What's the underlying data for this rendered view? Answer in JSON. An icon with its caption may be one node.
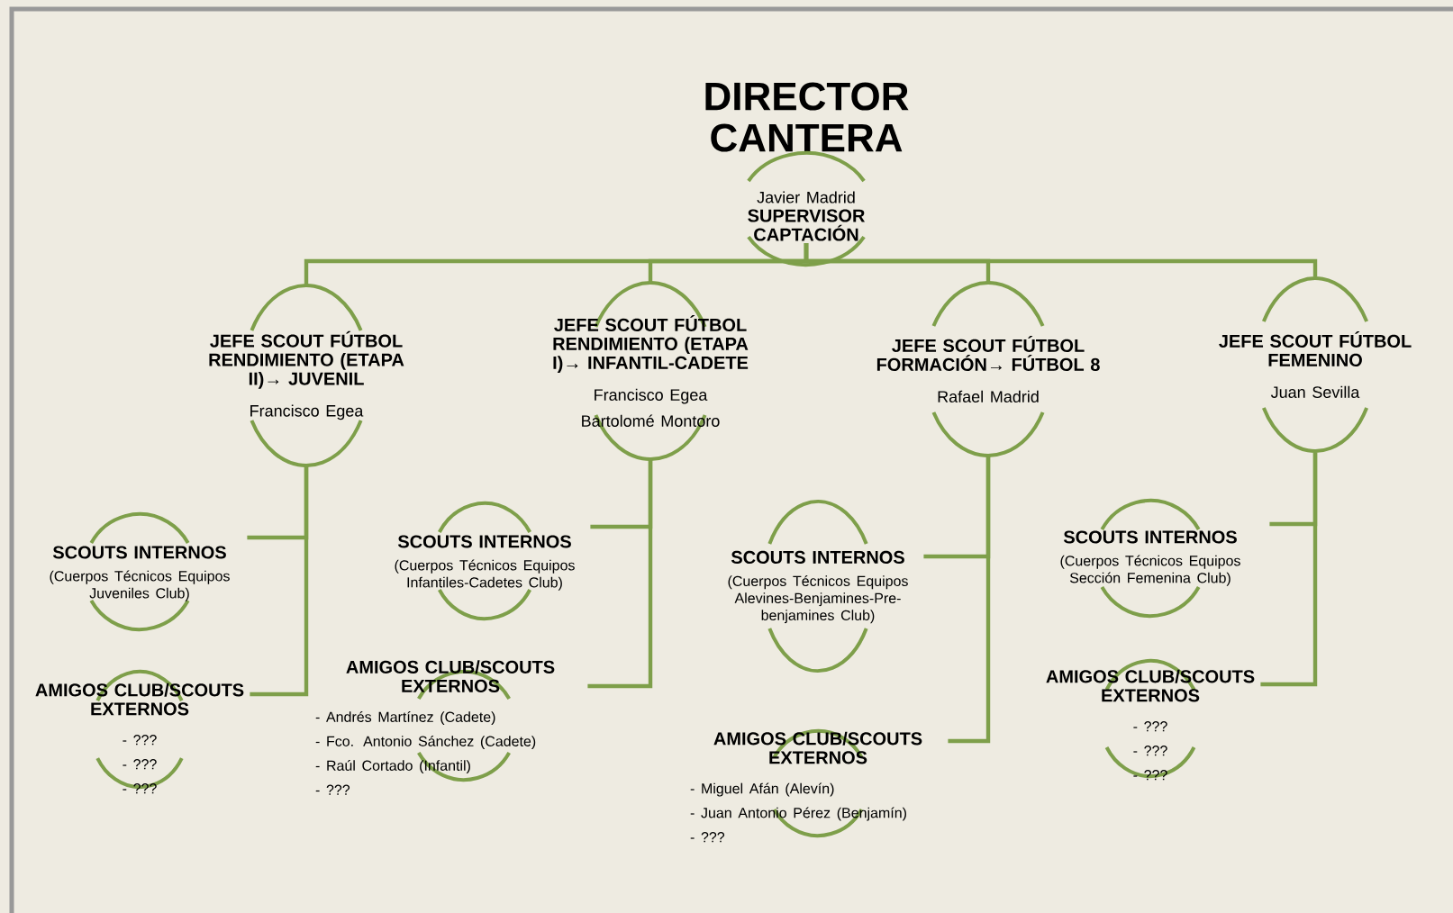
{
  "diagram": {
    "title": "DIRECTOR CANTERA",
    "nodes": [
      {
        "text": [
          "Javier Madrid",
          "SUPERVISOR CAPTACIÓN"
        ]
      },
      {
        "text": [
          "JEFE SCOUT FÚTBOL RENDIMIENTO (ETAPA II)→ JUVENIL",
          "Francisco Egea"
        ]
      },
      {
        "text": [
          "JEFE SCOUT FÚTBOL RENDIMIENTO (ETAPA I)→ INFANTIL-CADETE",
          "Francisco Egea",
          "Bartolomé Montoro"
        ]
      },
      {
        "text": [
          "JEFE SCOUT FÚTBOL FORMACIÓN→ FÚTBOL 8",
          "Rafael Madrid"
        ]
      },
      {
        "text": [
          "JEFE SCOUT FÚTBOL FEMENINO",
          "Juan Sevilla"
        ]
      },
      {
        "text": [
          "SCOUTS INTERNOS",
          "(Cuerpos Técnicos Equipos Juveniles Club)"
        ]
      },
      {
        "text": [
          "AMIGOS CLUB/SCOUTS EXTERNOS",
          "- ???",
          "- ???",
          "- ???"
        ]
      },
      {
        "text": [
          "SCOUTS INTERNOS",
          "(Cuerpos Técnicos Equipos Infantiles-Cadetes Club)"
        ]
      },
      {
        "text": [
          "AMIGOS CLUB/SCOUTS EXTERNOS",
          "- Andrés Martínez (Cadete)",
          "- Fco. Antonio Sánchez (Cadete)",
          "- Raúl Cortado (Infantil)",
          "- ???"
        ]
      },
      {
        "text": [
          "SCOUTS INTERNOS",
          "(Cuerpos Técnicos Equipos Alevines-Benjamines-Pre-benjamines Club)"
        ]
      },
      {
        "text": [
          "AMIGOS CLUB/SCOUTS EXTERNOS",
          "- Miguel Afán (Alevín)",
          "- Juan Antonio Pérez (Benjamín)",
          "- ???"
        ]
      },
      {
        "text": [
          "SCOUTS INTERNOS",
          "(Cuerpos Técnicos Equipos Sección Femenina Club)"
        ]
      },
      {
        "text": [
          "AMIGOS CLUB/SCOUTS EXTERNOS",
          "- ???",
          "- ???",
          "- ???"
        ]
      }
    ],
    "edges": [
      {
        "from": 0,
        "to": 1,
        "arrow": "none"
      },
      {
        "from": 0,
        "to": 2,
        "arrow": "none"
      },
      {
        "from": 0,
        "to": 3,
        "arrow": "none"
      },
      {
        "from": 0,
        "to": 4,
        "arrow": "none"
      },
      {
        "from": 1,
        "to": 5,
        "arrow": "none"
      },
      {
        "from": 1,
        "to": 6,
        "arrow": "none"
      },
      {
        "from": 2,
        "to": 7,
        "arrow": "none"
      },
      {
        "from": 2,
        "to": 8,
        "arrow": "none"
      },
      {
        "from": 3,
        "to": 9,
        "arrow": "none"
      },
      {
        "from": 3,
        "to": 10,
        "arrow": "none"
      },
      {
        "from": 4,
        "to": 11,
        "arrow": "none"
      },
      {
        "from": 4,
        "to": 12,
        "arrow": "none"
      }
    ]
  }
}
